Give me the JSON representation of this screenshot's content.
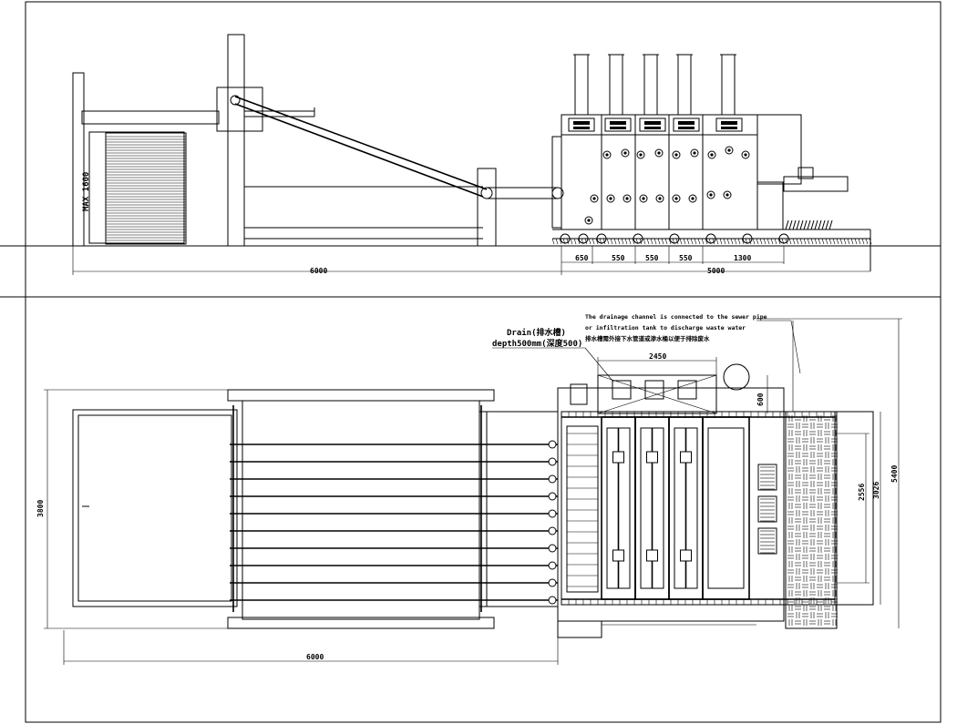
{
  "side_view": {
    "max_height_label": "MAX 1600",
    "overall_length": "6000",
    "section_dims": [
      "650",
      "550",
      "550",
      "550"
    ],
    "machine_length": "5000",
    "last_section": "1300"
  },
  "plan_view": {
    "overall_length": "6000",
    "feeder_width": "3800",
    "drain_label": "Drain(排水槽)",
    "drain_depth": "depth500mm(深度500)",
    "channel_note_line1": "The drainage channel is connected to the sewer pipe",
    "channel_note_line2": "or infiltration tank to discharge waste water",
    "channel_note_cn": "排水槽需外接下水管道或渗水桶以便于排除废水",
    "drain_length": "2450",
    "drain_width": "600",
    "width_2556": "2556",
    "width_3026": "3026",
    "width_5400": "5400"
  }
}
